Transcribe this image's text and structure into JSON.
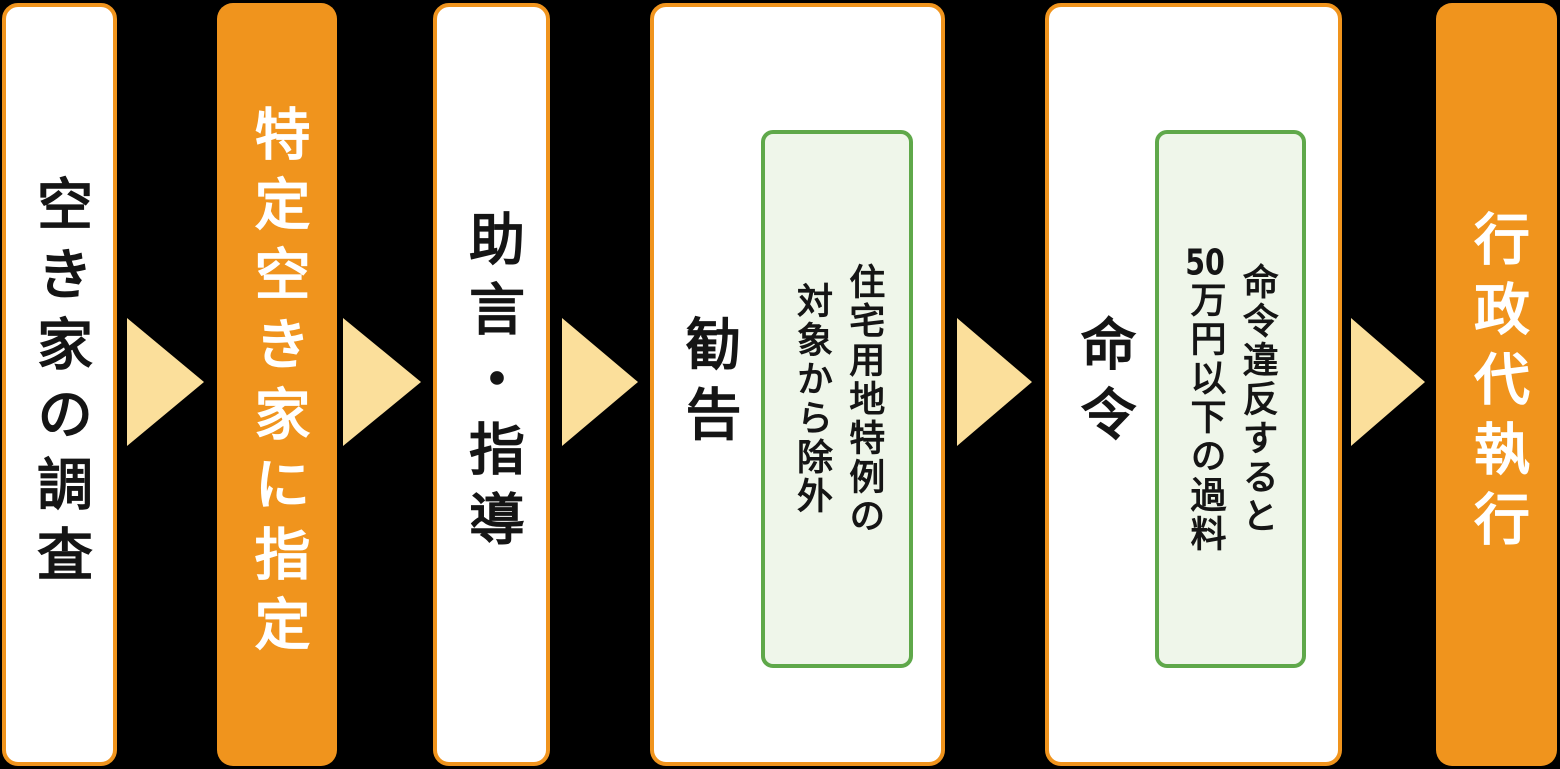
{
  "diagram": {
    "type": "process-flow",
    "direction": "left-to-right",
    "background_color": "#000000",
    "colors": {
      "step_accent_orange": "#F0941D",
      "arrow_cream": "#FBDF9B",
      "note_border_green": "#5FA84A",
      "note_fill_green": "#EFF6EA",
      "label_dark": "#151515",
      "label_white": "#FFFFFF"
    },
    "arrow_count": 5,
    "steps": [
      {
        "id": "survey",
        "label": "空き家の調査",
        "style": "outlined"
      },
      {
        "id": "designation",
        "label": "特定空き家に指定",
        "style": "filled"
      },
      {
        "id": "advice",
        "label": "助言・指導",
        "style": "outlined"
      },
      {
        "id": "recommendation",
        "label": "勧告",
        "style": "outlined",
        "note": {
          "line1": "住宅用地特例の",
          "line2": "対象から除外"
        }
      },
      {
        "id": "order",
        "label": "命令",
        "style": "outlined",
        "note": {
          "line1": "命令違反すると",
          "amount": "50",
          "line2": "万円以下の過料"
        }
      },
      {
        "id": "execution",
        "label": "行政代執行",
        "style": "filled"
      }
    ]
  }
}
